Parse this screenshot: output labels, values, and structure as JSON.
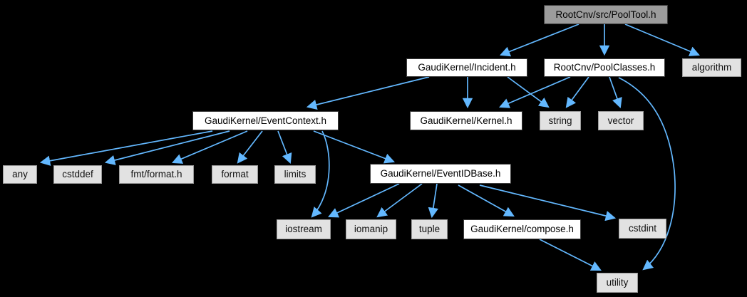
{
  "graph": {
    "type": "include-dependency-graph",
    "colors": {
      "background": "#000000",
      "edge": "#63b8ff",
      "node_fill": "#ffffff",
      "node_border": "#3d3d3d",
      "leaf_fill": "#e2e2e2",
      "leaf_border": "#9a9a9a",
      "current_node_fill": "#9c9c9c",
      "text": "#000000"
    },
    "nodes": [
      {
        "id": "pooltool",
        "label": "RootCnv/src/PoolTool.h",
        "type": "current"
      },
      {
        "id": "incident",
        "label": "GaudiKernel/Incident.h",
        "type": "linked"
      },
      {
        "id": "poolclasses",
        "label": "RootCnv/PoolClasses.h",
        "type": "linked"
      },
      {
        "id": "algorithm",
        "label": "algorithm",
        "type": "system"
      },
      {
        "id": "eventcontext",
        "label": "GaudiKernel/EventContext.h",
        "type": "linked"
      },
      {
        "id": "kernel",
        "label": "GaudiKernel/Kernel.h",
        "type": "linked"
      },
      {
        "id": "string",
        "label": "string",
        "type": "system"
      },
      {
        "id": "vector",
        "label": "vector",
        "type": "system"
      },
      {
        "id": "any",
        "label": "any",
        "type": "system"
      },
      {
        "id": "cstddef",
        "label": "cstddef",
        "type": "system"
      },
      {
        "id": "fmtformat",
        "label": "fmt/format.h",
        "type": "system"
      },
      {
        "id": "format",
        "label": "format",
        "type": "system"
      },
      {
        "id": "limits",
        "label": "limits",
        "type": "system"
      },
      {
        "id": "eventidbase",
        "label": "GaudiKernel/EventIDBase.h",
        "type": "linked"
      },
      {
        "id": "iostream",
        "label": "iostream",
        "type": "system"
      },
      {
        "id": "iomanip",
        "label": "iomanip",
        "type": "system"
      },
      {
        "id": "tuple",
        "label": "tuple",
        "type": "system"
      },
      {
        "id": "compose",
        "label": "GaudiKernel/compose.h",
        "type": "linked"
      },
      {
        "id": "cstdint",
        "label": "cstdint",
        "type": "system"
      },
      {
        "id": "utility",
        "label": "utility",
        "type": "system"
      }
    ],
    "edges": [
      {
        "from": "pooltool",
        "to": "incident"
      },
      {
        "from": "pooltool",
        "to": "poolclasses"
      },
      {
        "from": "pooltool",
        "to": "algorithm"
      },
      {
        "from": "incident",
        "to": "eventcontext"
      },
      {
        "from": "incident",
        "to": "kernel"
      },
      {
        "from": "incident",
        "to": "string"
      },
      {
        "from": "poolclasses",
        "to": "kernel"
      },
      {
        "from": "poolclasses",
        "to": "string"
      },
      {
        "from": "poolclasses",
        "to": "vector"
      },
      {
        "from": "poolclasses",
        "to": "utility"
      },
      {
        "from": "eventcontext",
        "to": "any"
      },
      {
        "from": "eventcontext",
        "to": "cstddef"
      },
      {
        "from": "eventcontext",
        "to": "fmtformat"
      },
      {
        "from": "eventcontext",
        "to": "format"
      },
      {
        "from": "eventcontext",
        "to": "limits"
      },
      {
        "from": "eventcontext",
        "to": "eventidbase"
      },
      {
        "from": "eventcontext",
        "to": "iostream"
      },
      {
        "from": "eventidbase",
        "to": "iostream"
      },
      {
        "from": "eventidbase",
        "to": "iomanip"
      },
      {
        "from": "eventidbase",
        "to": "tuple"
      },
      {
        "from": "eventidbase",
        "to": "compose"
      },
      {
        "from": "eventidbase",
        "to": "cstdint"
      },
      {
        "from": "compose",
        "to": "utility"
      }
    ]
  }
}
